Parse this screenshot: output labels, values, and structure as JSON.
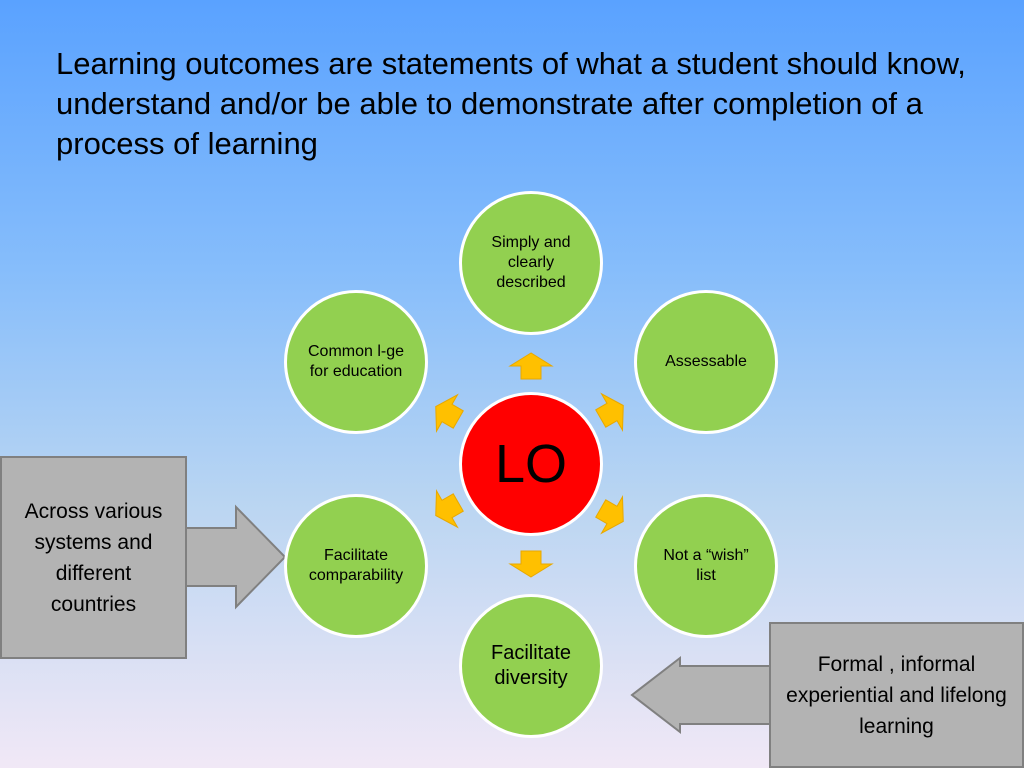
{
  "slide": {
    "heading": "Learning outcomes are statements of what a student should know, understand and/or be able to demonstrate after completion of a process of learning"
  },
  "diagram": {
    "center_label": "LO",
    "nodes": [
      {
        "id": "top",
        "label": "Simply and clearly described"
      },
      {
        "id": "upper-right",
        "label": "Assessable"
      },
      {
        "id": "lower-right",
        "label": "Not a “wish” list"
      },
      {
        "id": "bottom",
        "label": "Facilitate diversity"
      },
      {
        "id": "lower-left",
        "label": "Facilitate comparability"
      },
      {
        "id": "upper-left",
        "label": "Common l-ge for education"
      }
    ]
  },
  "callouts": {
    "left": "Across various systems and different countries",
    "right": "Formal , informal experiential and lifelong learning"
  },
  "colors": {
    "node_fill": "#92d050",
    "center_fill": "#ff0000",
    "arrow_fill": "#ffc000",
    "callout_fill": "#b3b3b3"
  }
}
